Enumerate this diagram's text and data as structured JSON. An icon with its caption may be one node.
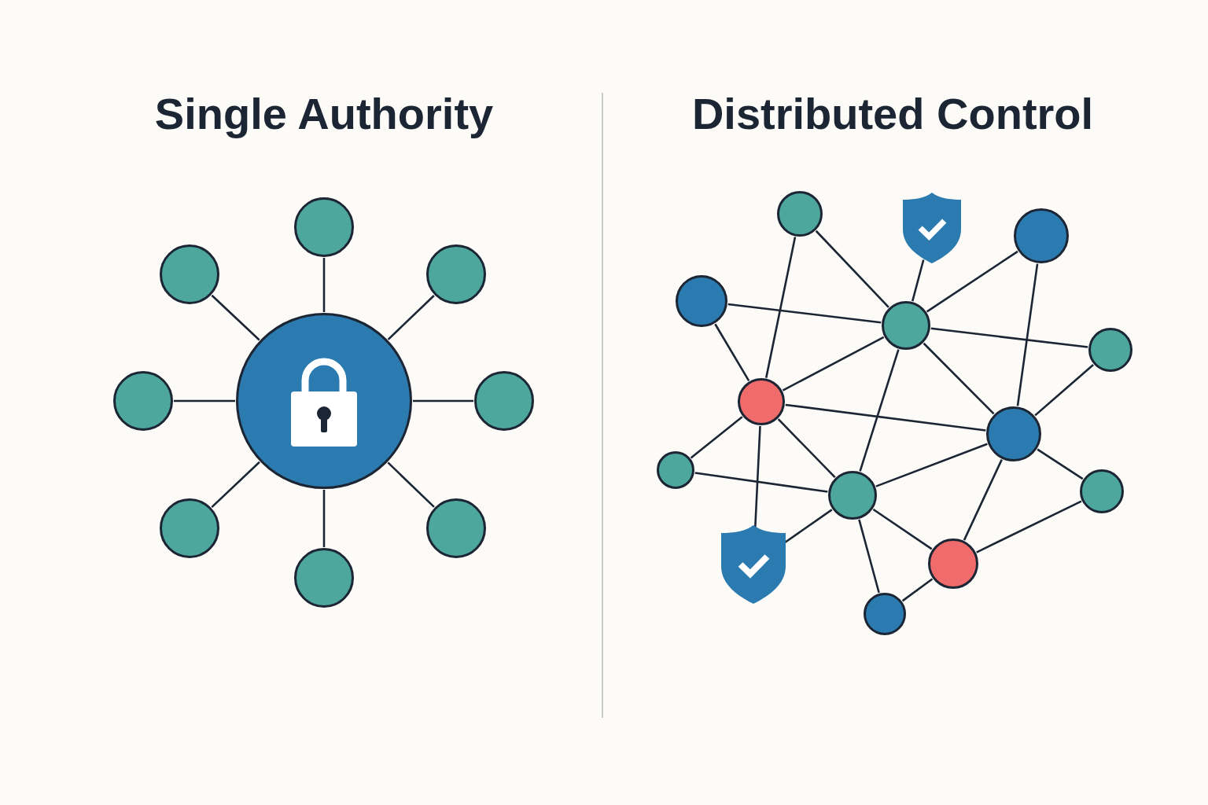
{
  "diagram": {
    "nodes": [
      {
        "text": [],
        "shape": "circle"
      },
      {
        "text": [],
        "shape": "circle"
      },
      {
        "text": [],
        "shape": "circle"
      },
      {
        "text": [],
        "shape": "circle"
      },
      {
        "text": [],
        "shape": "circle"
      },
      {
        "text": [],
        "shape": "circle"
      },
      {
        "text": [],
        "shape": "circle"
      },
      {
        "text": [],
        "shape": "circle"
      },
      {
        "text": [],
        "shape": "circle"
      },
      {
        "text": [],
        "shape": "circle"
      },
      {
        "text": [],
        "shape": "shield"
      },
      {
        "text": [],
        "shape": "circle"
      },
      {
        "text": [],
        "shape": "circle"
      },
      {
        "text": [],
        "shape": "circle"
      },
      {
        "text": [],
        "shape": "circle"
      },
      {
        "text": [],
        "shape": "circle"
      },
      {
        "text": [],
        "shape": "circle"
      },
      {
        "text": [],
        "shape": "circle"
      },
      {
        "text": [],
        "shape": "circle"
      },
      {
        "text": [],
        "shape": "circle"
      },
      {
        "text": [],
        "shape": "shield"
      },
      {
        "text": [],
        "shape": "circle"
      },
      {
        "text": [],
        "shape": "circle"
      }
    ],
    "edges": [
      {
        "from": 0,
        "to": 1,
        "arrow": "none"
      },
      {
        "from": 0,
        "to": 2,
        "arrow": "none"
      },
      {
        "from": 0,
        "to": 3,
        "arrow": "none"
      },
      {
        "from": 0,
        "to": 4,
        "arrow": "none"
      },
      {
        "from": 0,
        "to": 5,
        "arrow": "none"
      },
      {
        "from": 0,
        "to": 6,
        "arrow": "none"
      },
      {
        "from": 0,
        "to": 7,
        "arrow": "none"
      },
      {
        "from": 0,
        "to": 8,
        "arrow": "none"
      },
      {
        "from": 9,
        "to": 13,
        "arrow": "none"
      },
      {
        "from": 9,
        "to": 15,
        "arrow": "none"
      },
      {
        "from": 10,
        "to": 13,
        "arrow": "none"
      },
      {
        "from": 11,
        "to": 13,
        "arrow": "none"
      },
      {
        "from": 11,
        "to": 16,
        "arrow": "none"
      },
      {
        "from": 12,
        "to": 13,
        "arrow": "none"
      },
      {
        "from": 12,
        "to": 15,
        "arrow": "none"
      },
      {
        "from": 13,
        "to": 14,
        "arrow": "none"
      },
      {
        "from": 13,
        "to": 15,
        "arrow": "none"
      },
      {
        "from": 13,
        "to": 16,
        "arrow": "none"
      },
      {
        "from": 13,
        "to": 18,
        "arrow": "none"
      },
      {
        "from": 14,
        "to": 16,
        "arrow": "none"
      },
      {
        "from": 15,
        "to": 16,
        "arrow": "none"
      },
      {
        "from": 15,
        "to": 17,
        "arrow": "none"
      },
      {
        "from": 15,
        "to": 18,
        "arrow": "none"
      },
      {
        "from": 15,
        "to": 20,
        "arrow": "none"
      },
      {
        "from": 17,
        "to": 18,
        "arrow": "none"
      },
      {
        "from": 16,
        "to": 18,
        "arrow": "none"
      },
      {
        "from": 16,
        "to": 19,
        "arrow": "none"
      },
      {
        "from": 16,
        "to": 21,
        "arrow": "none"
      },
      {
        "from": 18,
        "to": 20,
        "arrow": "none"
      },
      {
        "from": 18,
        "to": 21,
        "arrow": "none"
      },
      {
        "from": 18,
        "to": 22,
        "arrow": "none"
      },
      {
        "from": 21,
        "to": 19,
        "arrow": "none"
      },
      {
        "from": 21,
        "to": 22,
        "arrow": "none"
      }
    ],
    "labels": [
      "Single Authority",
      "Distributed Control"
    ]
  }
}
